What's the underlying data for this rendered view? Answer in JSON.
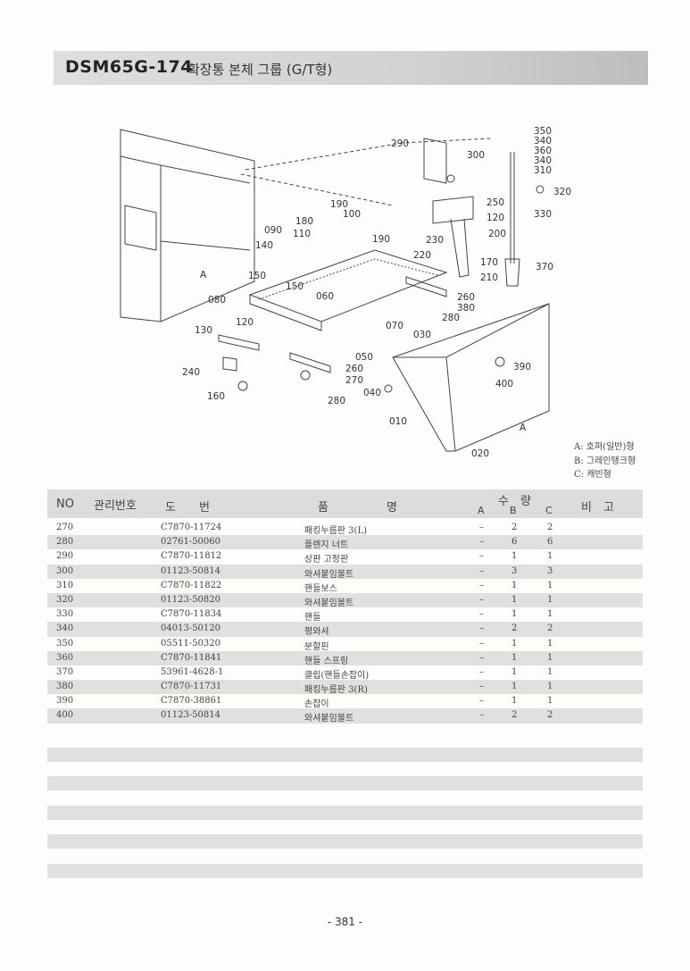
{
  "header": {
    "code": "DSM65G-174",
    "title": "확장통 본체 그룹 (G/T형)"
  },
  "callouts": [
    "350",
    "340",
    "360",
    "340",
    "310",
    "320",
    "330",
    "370",
    "290",
    "300",
    "250",
    "120",
    "200",
    "190",
    "100",
    "180",
    "090",
    "110",
    "140",
    "190",
    "230",
    "220",
    "170",
    "210",
    "150",
    "150",
    "080",
    "060",
    "260",
    "380",
    "280",
    "120",
    "070",
    "130",
    "030",
    "390",
    "400",
    "050",
    "240",
    "260",
    "270",
    "040",
    "280",
    "160",
    "010",
    "020",
    "A",
    "A"
  ],
  "legend": [
    "A: 호퍼(일반)형",
    "B: 그레인탱크형",
    "C: 캐빈형"
  ],
  "table": {
    "headers": {
      "no": "NO",
      "mgmt": "관리번호",
      "drawing": "도　　번",
      "name": "품　　　　　명",
      "qty": "수　량",
      "qa": "A",
      "qb": "B",
      "qc": "C",
      "remark": "비　고"
    },
    "rows": [
      {
        "no": "270",
        "dwg": "C7870-11724",
        "name": "패킹누름판 3(L)",
        "a": "–",
        "b": "2",
        "c": "2"
      },
      {
        "no": "280",
        "dwg": "02761-50060",
        "name": "플렌지 너트",
        "a": "–",
        "b": "6",
        "c": "6"
      },
      {
        "no": "290",
        "dwg": "C7870-11812",
        "name": "상판 고정판",
        "a": "–",
        "b": "1",
        "c": "1"
      },
      {
        "no": "300",
        "dwg": "01123-50814",
        "name": "와셔붙임볼트",
        "a": "–",
        "b": "3",
        "c": "3"
      },
      {
        "no": "310",
        "dwg": "C7870-11822",
        "name": "핸들보스",
        "a": "–",
        "b": "1",
        "c": "1"
      },
      {
        "no": "320",
        "dwg": "01123-50820",
        "name": "와셔붙임볼트",
        "a": "–",
        "b": "1",
        "c": "1"
      },
      {
        "no": "330",
        "dwg": "C7870-11834",
        "name": "핸들",
        "a": "–",
        "b": "1",
        "c": "1"
      },
      {
        "no": "340",
        "dwg": "04013-50120",
        "name": "평와셔",
        "a": "–",
        "b": "2",
        "c": "2"
      },
      {
        "no": "350",
        "dwg": "05511-50320",
        "name": "분할핀",
        "a": "–",
        "b": "1",
        "c": "1"
      },
      {
        "no": "360",
        "dwg": "C7870-11841",
        "name": "핸들 스프링",
        "a": "–",
        "b": "1",
        "c": "1"
      },
      {
        "no": "370",
        "dwg": "53961-4628-1",
        "name": "클립(핸들손잡이)",
        "a": "–",
        "b": "1",
        "c": "1"
      },
      {
        "no": "380",
        "dwg": "C7870-11731",
        "name": "패킹누름판 3(R)",
        "a": "–",
        "b": "1",
        "c": "1"
      },
      {
        "no": "390",
        "dwg": "C7870-38861",
        "name": "손잡이",
        "a": "–",
        "b": "1",
        "c": "1"
      },
      {
        "no": "400",
        "dwg": "01123-50814",
        "name": "와셔붙임볼트",
        "a": "–",
        "b": "2",
        "c": "2"
      }
    ]
  },
  "page_number": "- 381 -"
}
